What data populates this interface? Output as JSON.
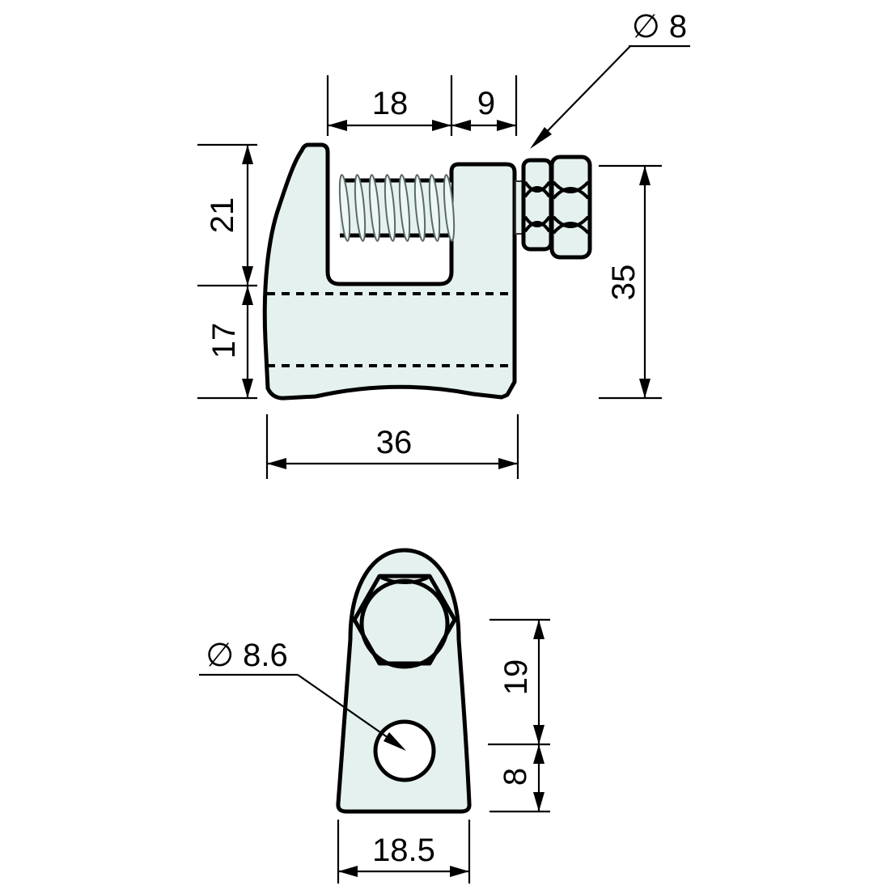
{
  "colors": {
    "part_fill": "#e4f1ef",
    "thread_fill": "#eef7f5",
    "line": "#000000",
    "thin_line": "#5a6a68"
  },
  "side_view": {
    "callout_bolt_diameter": "∅ 8",
    "dims": {
      "opening_width": "18",
      "head_width": "9",
      "throat_depth": "21",
      "jaw_height": "17",
      "overall_height": "35",
      "overall_width": "36"
    }
  },
  "front_view": {
    "callout_hole_diameter": "∅ 8.6",
    "dims": {
      "nut_to_hole": "19",
      "hole_to_base": "8",
      "base_width": "18.5"
    }
  }
}
